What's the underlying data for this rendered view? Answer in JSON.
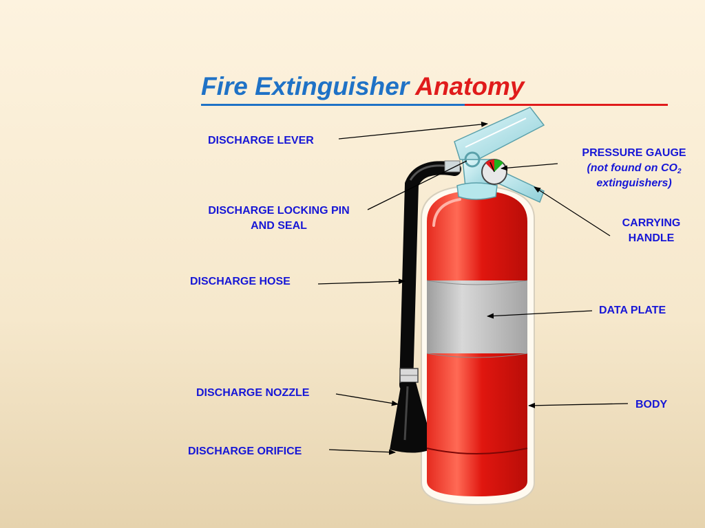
{
  "title": {
    "part1": "Fire Extinguisher ",
    "part2": "Anatomy"
  },
  "labels": {
    "discharge_lever": "DISCHARGE LEVER",
    "pressure_gauge": "PRESSURE GAUGE",
    "pressure_gauge_note_prefix": "(not found on CO",
    "pressure_gauge_note_sub": "2",
    "pressure_gauge_note_suffix": "extinguishers)",
    "locking_pin_line1": "DISCHARGE LOCKING PIN",
    "locking_pin_line2": "AND SEAL",
    "carrying_handle_line1": "CARRYING",
    "carrying_handle_line2": "HANDLE",
    "discharge_hose": "DISCHARGE HOSE",
    "data_plate": "DATA PLATE",
    "discharge_nozzle": "DISCHARGE NOZZLE",
    "body": "BODY",
    "discharge_orifice": "DISCHARGE ORIFICE"
  },
  "colors": {
    "title_blue": "#1f72c6",
    "title_red": "#e01b1b",
    "label_blue": "#1717d6",
    "body_red": "#d8120f",
    "band_gray": "#b3b3b3",
    "hose_black": "#0a0a0a",
    "valve_cyan": "#a9dfe6"
  }
}
